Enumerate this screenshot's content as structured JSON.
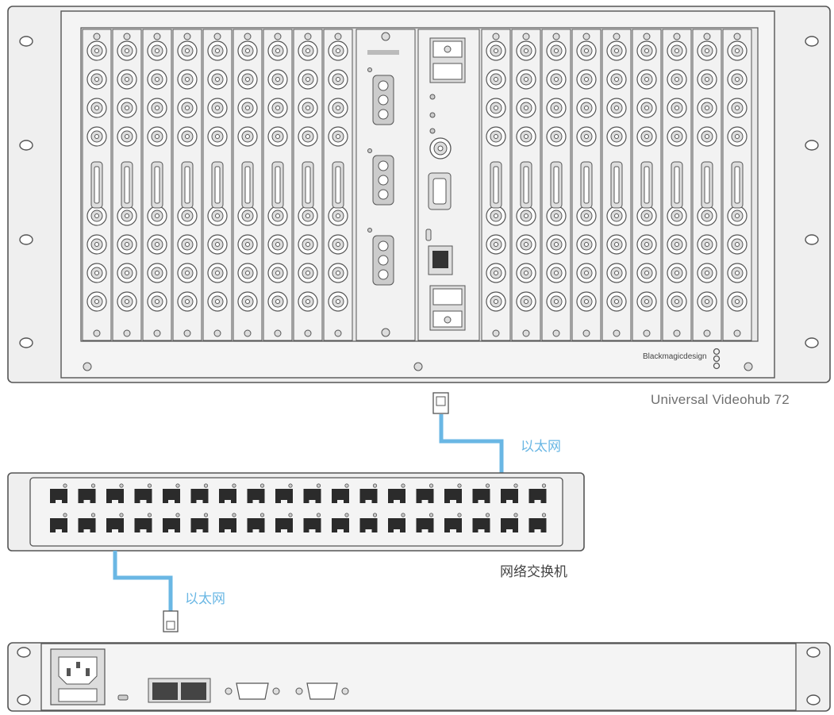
{
  "router": {
    "model_label": "Universal Videohub 72",
    "brand": "Blackmagicdesign"
  },
  "switch": {
    "label": "网络交换机",
    "ports_per_row": 18,
    "rows": 2
  },
  "cables": {
    "top_label": "以太网",
    "bottom_label": "以太网",
    "color": "#6ab7e4"
  },
  "colors": {
    "panel": "#eeeeee",
    "stroke": "#555555",
    "cable": "#6ab7e4"
  }
}
